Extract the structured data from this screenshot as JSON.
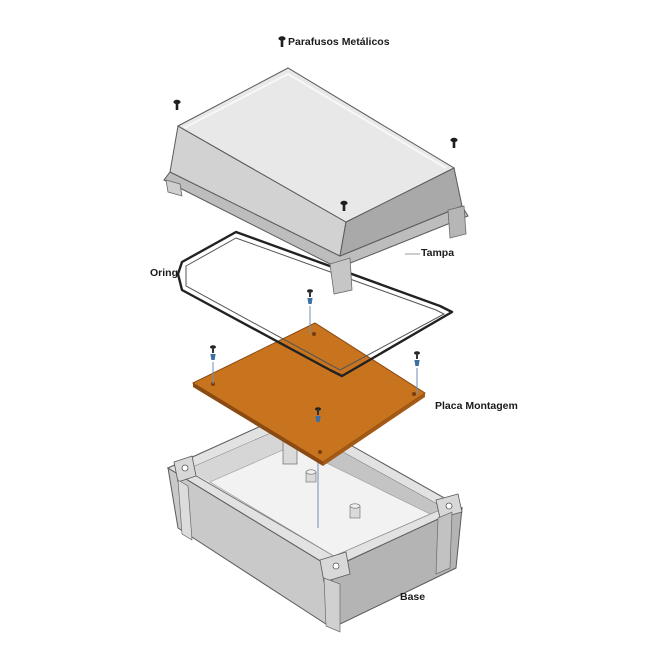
{
  "labels": {
    "screws_title": "Parafusos Metálicos",
    "lid": "Tampa",
    "oring": "Oring",
    "mounting_plate": "Placa Montagem",
    "base": "Base"
  },
  "colors": {
    "enclosure_light": "#e6e6e6",
    "enclosure_mid": "#cfcfcf",
    "enclosure_dark": "#a9a9a9",
    "outline": "#5a5a5a",
    "plate": "#c8741f",
    "plate_edge": "#8a4a12",
    "oring": "#222222",
    "screw_dark": "#1e1e1e",
    "screw_blue": "#3d6fa3",
    "guide_line": "#6f8fb0"
  },
  "icons": {
    "screw": "screw-icon"
  }
}
